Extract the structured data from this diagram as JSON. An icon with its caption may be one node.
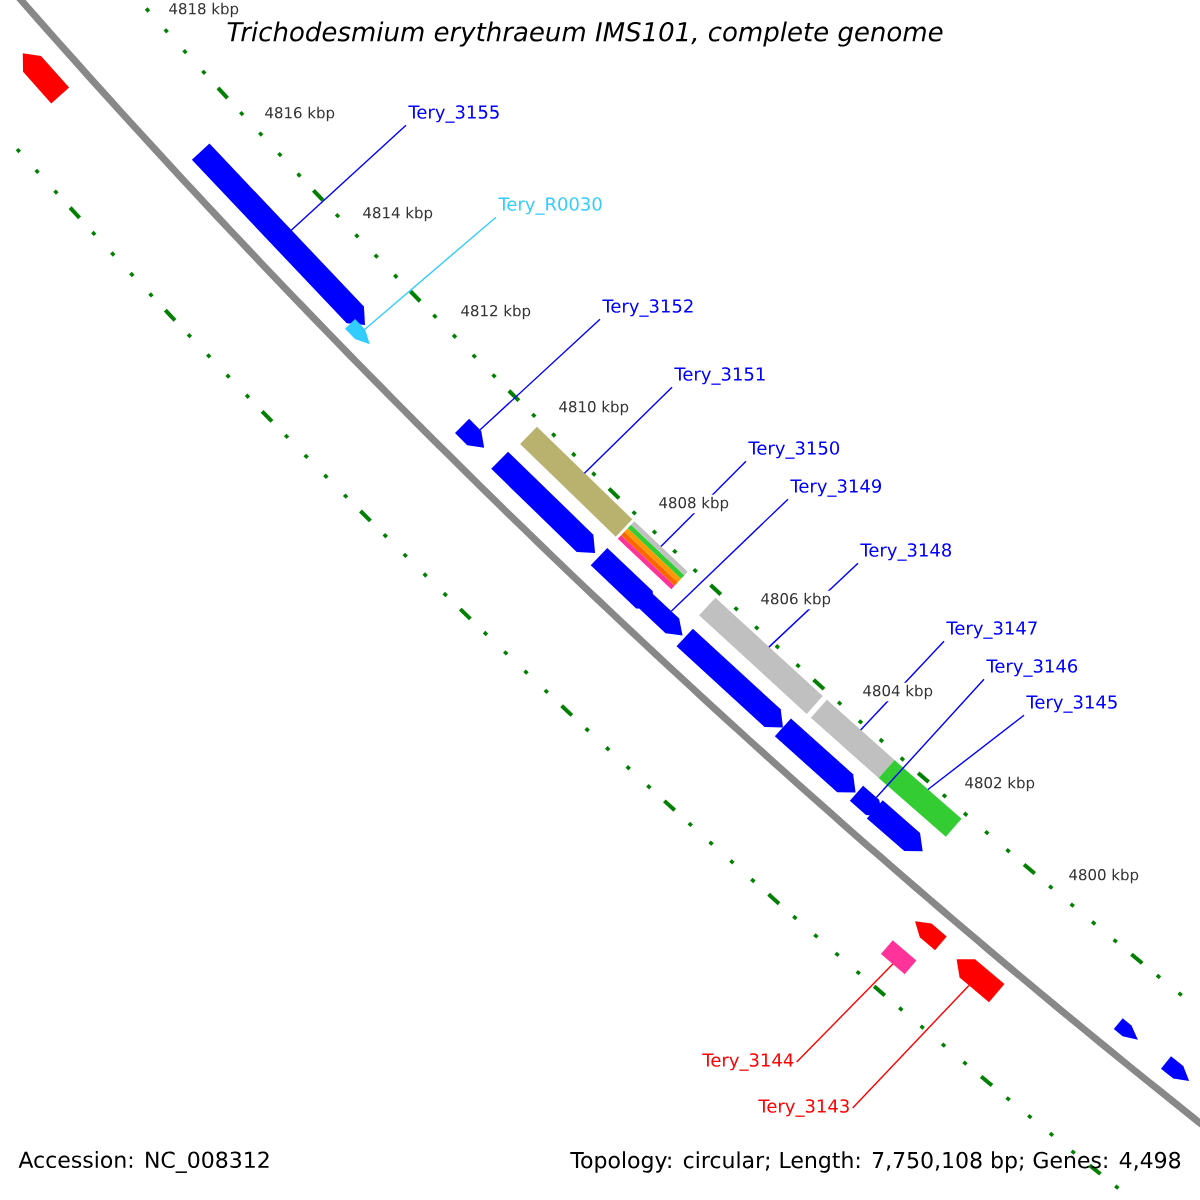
{
  "diagram": {
    "title": "Trichodesmium erythraeum IMS101, complete genome",
    "nodes": [
      {
        "text": [
          "Tery_3155"
        ]
      },
      {
        "text": [
          "Tery_R0030"
        ]
      },
      {
        "text": [
          "Tery_3152"
        ]
      },
      {
        "text": [
          "Tery_3151"
        ]
      },
      {
        "text": [
          "Tery_3150"
        ]
      },
      {
        "text": [
          "Tery_3149"
        ]
      },
      {
        "text": [
          "Tery_3148"
        ]
      },
      {
        "text": [
          "Tery_3147"
        ]
      },
      {
        "text": [
          "Tery_3146"
        ]
      },
      {
        "text": [
          "Tery_3145"
        ]
      },
      {
        "text": [
          "Tery_3144"
        ]
      },
      {
        "text": [
          "Tery_3143"
        ]
      },
      {
        "text": [],
        "shape": "pentagon"
      },
      {
        "text": [],
        "shape": "pentagon"
      },
      {
        "text": [],
        "shape": "pentagon"
      },
      {
        "text": [],
        "shape": "pentagon"
      },
      {
        "text": [],
        "shape": "pentagon"
      },
      {
        "text": [],
        "shape": "bar"
      },
      {
        "text": [],
        "shape": "pentagon"
      },
      {
        "text": [],
        "shape": "bar"
      },
      {
        "text": [],
        "shape": "pentagon"
      },
      {
        "text": [],
        "shape": "pentagon"
      },
      {
        "text": [],
        "shape": "bar"
      },
      {
        "text": [],
        "shape": "pentagon"
      },
      {
        "text": [],
        "shape": "bar"
      },
      {
        "text": [],
        "shape": "pentagon"
      },
      {
        "text": [],
        "shape": "pentagon"
      },
      {
        "text": [],
        "shape": "bar"
      },
      {
        "text": [],
        "shape": "bar"
      },
      {
        "text": [],
        "shape": "pentagon"
      },
      {
        "text": [],
        "shape": "pentagon"
      },
      {
        "text": [],
        "shape": "pentagon"
      },
      {
        "text": [],
        "shape": "pentagon"
      }
    ],
    "edges": [
      {
        "from": 0,
        "to": 13,
        "arrow": "none"
      },
      {
        "from": 1,
        "to": 14,
        "arrow": "none",
        "color": "#33ccff"
      },
      {
        "from": 2,
        "to": 15,
        "arrow": "none"
      },
      {
        "from": 3,
        "to": 17,
        "arrow": "none"
      },
      {
        "from": 4,
        "to": 19,
        "arrow": "none"
      },
      {
        "from": 5,
        "to": 20,
        "arrow": "none"
      },
      {
        "from": 6,
        "to": 22,
        "arrow": "none"
      },
      {
        "from": 7,
        "to": 24,
        "arrow": "none"
      },
      {
        "from": 8,
        "to": 25,
        "arrow": "none"
      },
      {
        "from": 9,
        "to": 27,
        "arrow": "none"
      },
      {
        "from": 10,
        "to": 28,
        "arrow": "none",
        "color": "#ff0000"
      },
      {
        "from": 11,
        "to": 30,
        "arrow": "none",
        "color": "#ff0000"
      }
    ],
    "labels": [
      "4818 kbp",
      "4816 kbp",
      "4814 kbp",
      "4812 kbp",
      "4810 kbp",
      "4808 kbp",
      "4806 kbp",
      "4804 kbp",
      "4802 kbp",
      "4800 kbp",
      "Accession: NC_008312",
      "Topology: circular; Length: 7,750,108 bp; Genes: 4,498"
    ]
  }
}
